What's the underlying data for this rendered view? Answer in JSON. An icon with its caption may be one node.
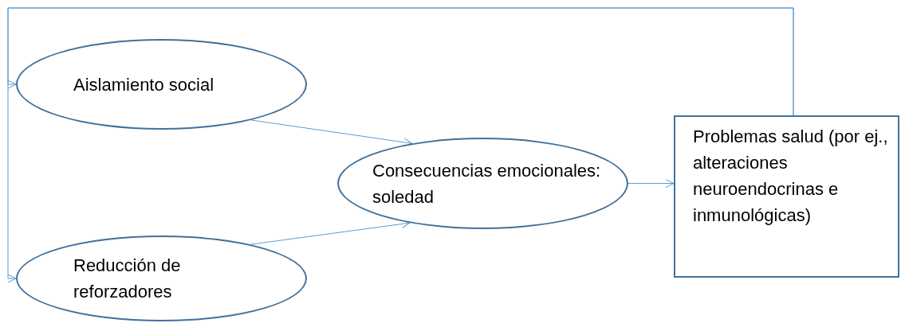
{
  "diagram": {
    "nodes": [
      {
        "text": [
          "Aislamiento social"
        ]
      },
      {
        "text": [
          "Reducción de reforzadores"
        ]
      },
      {
        "text": [
          "Consecuencias emocionales: soledad"
        ]
      },
      {
        "text": [
          "Problemas salud (por ej., alteraciones neuroendocrinas e inmunológicas)"
        ]
      }
    ],
    "edges": [
      {
        "from": 0,
        "to": 2,
        "arrow": "to"
      },
      {
        "from": 1,
        "to": 2,
        "arrow": "to"
      },
      {
        "from": 2,
        "to": 3,
        "arrow": "to"
      },
      {
        "from": 3,
        "to": 0,
        "arrow": "to"
      },
      {
        "from": 3,
        "to": 1,
        "arrow": "to"
      }
    ]
  }
}
